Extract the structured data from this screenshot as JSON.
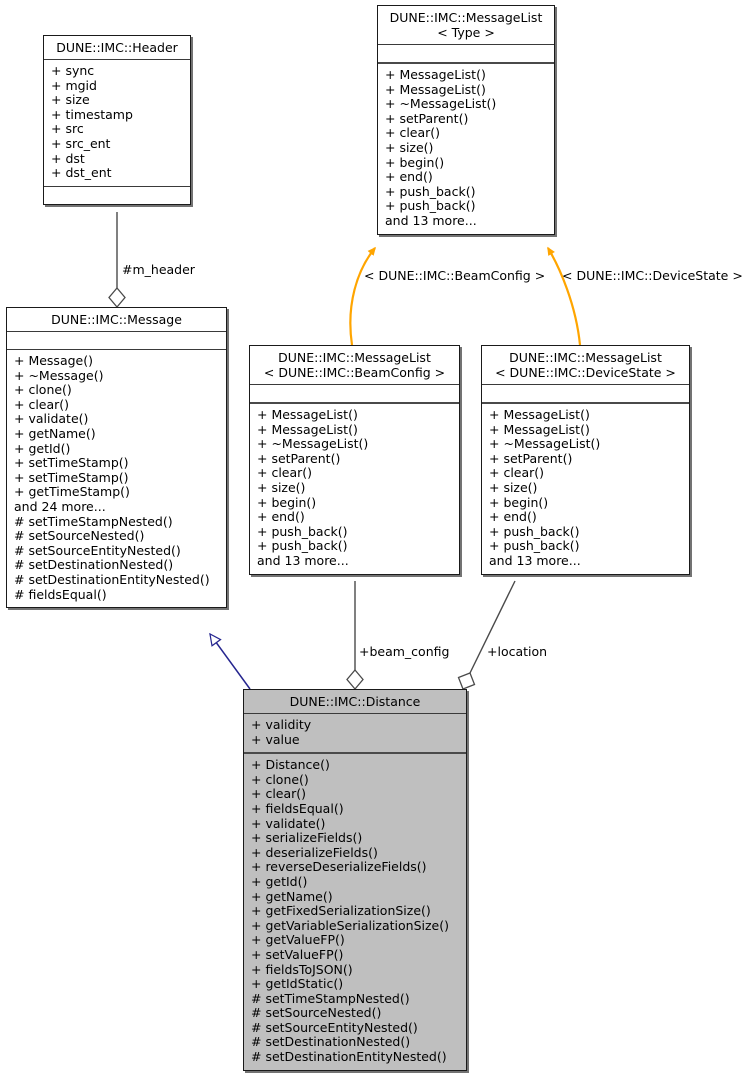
{
  "diagram": {
    "kind": "uml-class-diagram",
    "subject": "DUNE::IMC::Distance",
    "colors": {
      "inheritance_edge": "#25258f",
      "instantiation_edge": "#ffa500",
      "aggregation_edge": "#4a4a4a",
      "box_fill": "#ffffff",
      "focus_box_fill": "#bfbfbf",
      "border": "#1a1a1a"
    }
  },
  "classes": {
    "header": {
      "title": "DUNE::IMC::Header",
      "attributes": [
        "+ sync",
        "+ mgid",
        "+ size",
        "+ timestamp",
        "+ src",
        "+ src_ent",
        "+ dst",
        "+ dst_ent"
      ],
      "operations": []
    },
    "message_list_template": {
      "title": "DUNE::IMC::MessageList\n< Type >",
      "attributes": [],
      "operations": [
        "+ MessageList()",
        "+ MessageList()",
        "+ ~MessageList()",
        "+ setParent()",
        "+ clear()",
        "+ size()",
        "+ begin()",
        "+ end()",
        "+ push_back()",
        "+ push_back()",
        "and 13 more..."
      ]
    },
    "message": {
      "title": "DUNE::IMC::Message",
      "attributes": [],
      "operations": [
        "+ Message()",
        "+ ~Message()",
        "+ clone()",
        "+ clear()",
        "+ validate()",
        "+ getName()",
        "+ getId()",
        "+ setTimeStamp()",
        "+ setTimeStamp()",
        "+ getTimeStamp()",
        "and 24 more...",
        "# setTimeStampNested()",
        "# setSourceNested()",
        "# setSourceEntityNested()",
        "# setDestinationNested()",
        "# setDestinationEntityNested()",
        "# fieldsEqual()"
      ]
    },
    "message_list_beamconfig": {
      "title": "DUNE::IMC::MessageList\n< DUNE::IMC::BeamConfig >",
      "attributes": [],
      "operations": [
        "+ MessageList()",
        "+ MessageList()",
        "+ ~MessageList()",
        "+ setParent()",
        "+ clear()",
        "+ size()",
        "+ begin()",
        "+ end()",
        "+ push_back()",
        "+ push_back()",
        "and 13 more..."
      ]
    },
    "message_list_devicestate": {
      "title": "DUNE::IMC::MessageList\n< DUNE::IMC::DeviceState >",
      "attributes": [],
      "operations": [
        "+ MessageList()",
        "+ MessageList()",
        "+ ~MessageList()",
        "+ setParent()",
        "+ clear()",
        "+ size()",
        "+ begin()",
        "+ end()",
        "+ push_back()",
        "+ push_back()",
        "and 13 more..."
      ]
    },
    "distance": {
      "title": "DUNE::IMC::Distance",
      "attributes": [
        "+ validity",
        "+ value"
      ],
      "operations": [
        "+ Distance()",
        "+ clone()",
        "+ clear()",
        "+ fieldsEqual()",
        "+ validate()",
        "+ serializeFields()",
        "+ deserializeFields()",
        "+ reverseDeserializeFields()",
        "+ getId()",
        "+ getName()",
        "+ getFixedSerializationSize()",
        "+ getVariableSerializationSize()",
        "+ getValueFP()",
        "+ setValueFP()",
        "+ fieldsToJSON()",
        "+ getIdStatic()",
        "# setTimeStampNested()",
        "# setSourceNested()",
        "# setSourceEntityNested()",
        "# setDestinationNested()",
        "# setDestinationEntityNested()"
      ]
    }
  },
  "edge_labels": {
    "m_header": "#m_header",
    "beamconfig_binding": "< DUNE::IMC::BeamConfig >",
    "devicestate_binding": "< DUNE::IMC::DeviceState >",
    "beam_config": "+beam_config",
    "location": "+location"
  }
}
